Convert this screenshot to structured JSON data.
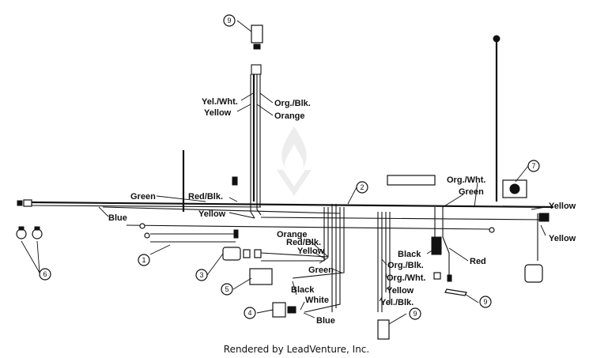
{
  "footer": {
    "text": "Rendered by LeadVenture, Inc."
  },
  "wire_labels": {
    "yel_wht": "Yel./Wht.",
    "yellow_top": "Yellow",
    "org_blk_top": "Org./Blk.",
    "orange_top": "Orange",
    "green_left": "Green",
    "red_blk_left": "Red/Blk.",
    "blue_left": "Blue",
    "yellow_mid": "Yellow",
    "org_wht_right": "Org./Wht.",
    "green_right": "Green",
    "yellow_right_1": "Yellow",
    "yellow_right_2": "Yellow",
    "orange_mid": "Orange",
    "red_blk_mid": "Red/Blk.",
    "yellow_mid2": "Yellow",
    "green_mid": "Green",
    "black_mid": "Black",
    "white_mid": "White",
    "blue_mid": "Blue",
    "black_right": "Black",
    "org_blk_right": "Org./Blk.",
    "org_wht_low": "Org./Wht.",
    "yellow_low": "Yellow",
    "yel_blk_low": "Yel./Blk.",
    "red_right": "Red"
  },
  "callouts": {
    "c1": "1",
    "c2": "2",
    "c3": "3",
    "c4": "4",
    "c5": "5",
    "c6": "6",
    "c7": "7",
    "c9_top": "9",
    "c9_right": "9",
    "c9_bottom": "9"
  },
  "icons": [
    "watermark-flame-icon"
  ]
}
